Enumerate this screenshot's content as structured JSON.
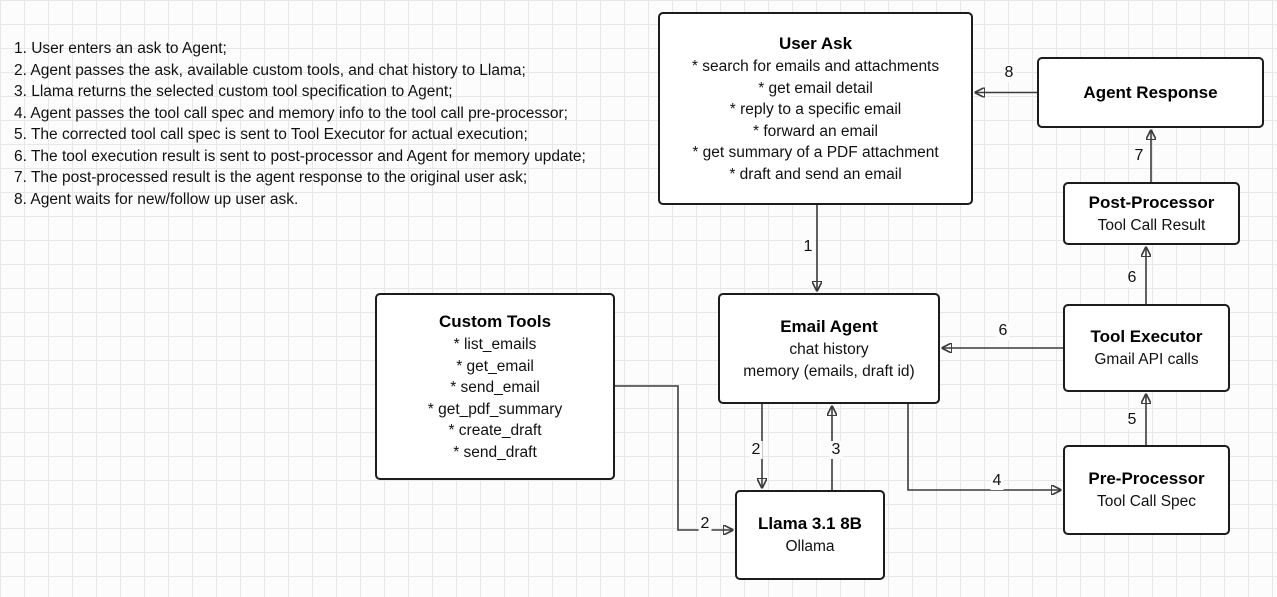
{
  "colors": {
    "canvas": "#fcfcfc",
    "grid": "#e8e8e8",
    "node_border": "#1c1c1c",
    "edge": "#3b3b3b",
    "text": "#000000"
  },
  "steps": [
    "1. User enters an ask to Agent;",
    "2. Agent passes the ask, available custom tools, and chat history to Llama;",
    "3. Llama returns the selected custom tool specification to Agent;",
    "4. Agent passes the tool call spec and memory info to the tool call pre-processor;",
    "5. The corrected tool call spec is sent to Tool Executor for actual execution;",
    "6. The tool execution result is sent to post-processor and Agent for memory update;",
    "7. The post-processed result is the agent response to the original user ask;",
    "8. Agent waits for new/follow up user ask."
  ],
  "nodes": {
    "user_ask": {
      "title": "User Ask",
      "lines": [
        "* search for emails and attachments",
        "* get email detail",
        "* reply to a specific email",
        "* forward an email",
        "* get summary of a PDF attachment",
        "* draft and send an email"
      ]
    },
    "agent_response": {
      "title": "Agent Response"
    },
    "post_processor": {
      "title": "Post-Processor",
      "subtitle": "Tool Call Result"
    },
    "tool_executor": {
      "title": "Tool Executor",
      "subtitle": "Gmail API calls"
    },
    "pre_processor": {
      "title": "Pre-Processor",
      "subtitle": "Tool Call Spec"
    },
    "email_agent": {
      "title": "Email Agent",
      "lines": [
        "chat history",
        "memory (emails, draft id)"
      ]
    },
    "custom_tools": {
      "title": "Custom Tools",
      "lines": [
        "* list_emails",
        "* get_email",
        "* send_email",
        "* get_pdf_summary",
        "* create_draft",
        "* send_draft"
      ]
    },
    "llama": {
      "title": "Llama 3.1 8B",
      "subtitle": "Ollama"
    }
  },
  "edge_labels": {
    "user_ask_to_email_agent": "1",
    "email_agent_to_llama": "2",
    "custom_tools_to_llama": "2",
    "llama_to_email_agent": "3",
    "email_agent_to_pre_processor": "4",
    "pre_processor_to_tool_executor": "5",
    "tool_executor_to_email_agent": "6",
    "tool_executor_to_post_processor": "6",
    "post_processor_to_agent_response": "7",
    "agent_response_to_user_ask": "8"
  }
}
